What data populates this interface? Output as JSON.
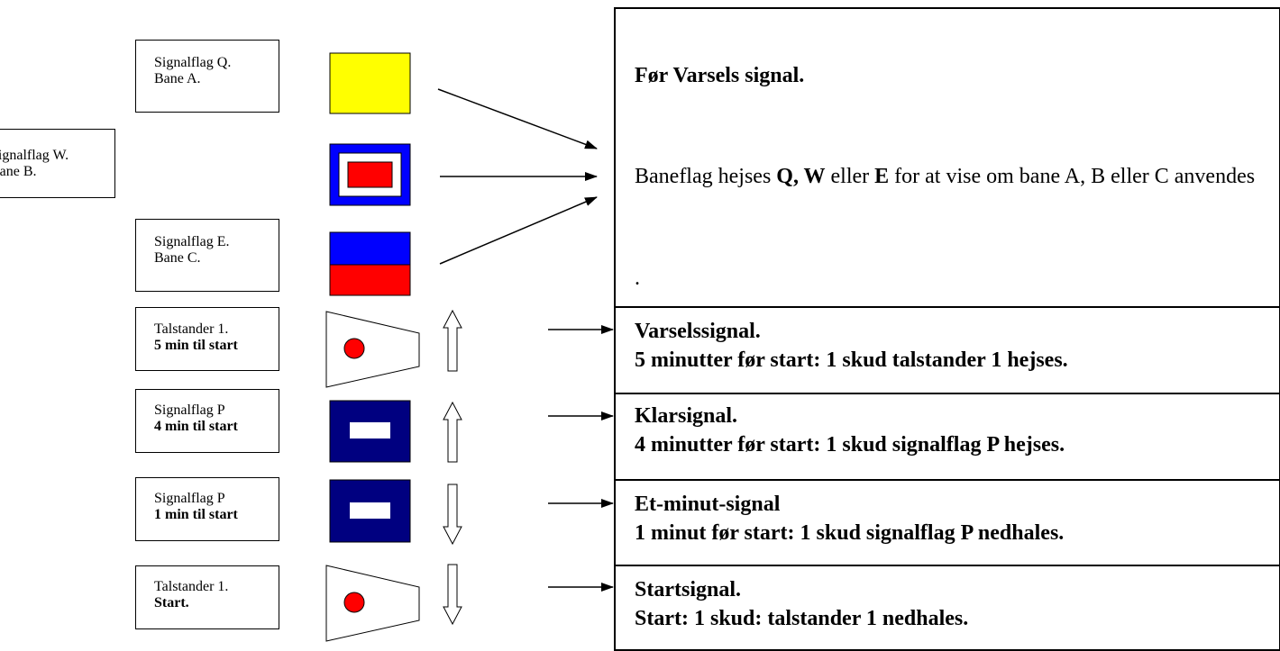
{
  "labels": {
    "q": {
      "line1": "Signalflag Q.",
      "line2": "Bane A."
    },
    "w": {
      "line1": "Signalflag W.",
      "line2": "Bane B."
    },
    "e": {
      "line1": "Signalflag E.",
      "line2": "Bane C."
    },
    "t1": {
      "line1": "Talstander 1.",
      "line2": "5 min til start"
    },
    "p4": {
      "line1": "Signalflag P",
      "line2": "4 min til start"
    },
    "p1": {
      "line1": "Signalflag P",
      "line2": "1 min til start"
    },
    "t2": {
      "line1": "Talstander 1.",
      "line2": "Start."
    }
  },
  "main": {
    "title": "Før Varsels signal.",
    "text_pre": "Baneflag hejses ",
    "text_bold1": "Q, W",
    "text_mid": " eller ",
    "text_bold2": "E",
    "text_post": " for at vise om bane A, B eller C anvendes",
    "dot": "."
  },
  "signals": [
    {
      "head": "Varselssignal.",
      "body": "5 minutter før start: 1 skud talstander 1 hejses."
    },
    {
      "head": "Klarsignal.",
      "body": "4 minutter før start: 1 skud signalflag P hejses."
    },
    {
      "head": "Et-minut-signal",
      "body": "1 minut før start: 1 skud signalflag P nedhales."
    },
    {
      "head": "Startsignal.",
      "body": "Start: 1 skud: talstander 1 nedhales."
    }
  ],
  "colors": {
    "flag_q": "#ffff00",
    "flag_blue": "#0000ff",
    "flag_red": "#ff0000",
    "flag_navy": "#000080",
    "white": "#ffffff"
  }
}
